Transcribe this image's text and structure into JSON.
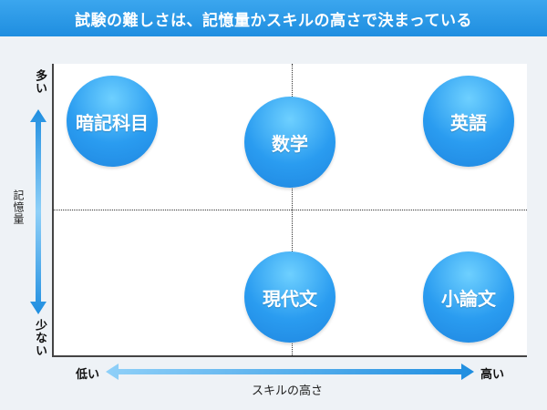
{
  "header": {
    "title": "試験の難しさは、記憶量かスキルの高さで決まっている"
  },
  "axes": {
    "y_title": "記憶量",
    "y_high": "多い",
    "y_low": "少ない",
    "x_title": "スキルの高さ",
    "x_low": "低い",
    "x_high": "高い"
  },
  "subjects": [
    {
      "label": "暗記科目"
    },
    {
      "label": "数学"
    },
    {
      "label": "英語"
    },
    {
      "label": "現代文"
    },
    {
      "label": "小論文"
    }
  ],
  "colors": {
    "accent": "#1f8ee0",
    "bubble_light": "#6ed0ff"
  }
}
